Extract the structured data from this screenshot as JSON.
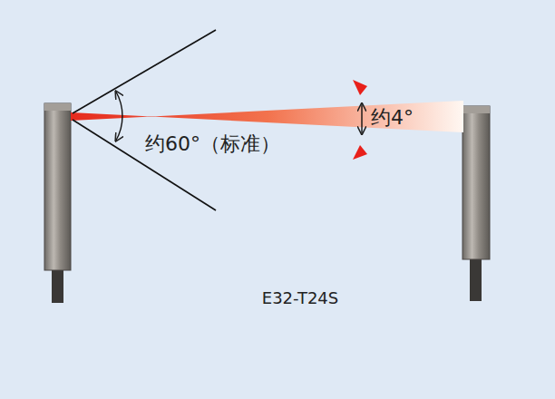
{
  "diagram": {
    "labels": [
      "约60°（标准）",
      "约4°",
      "E32-T24S"
    ]
  }
}
